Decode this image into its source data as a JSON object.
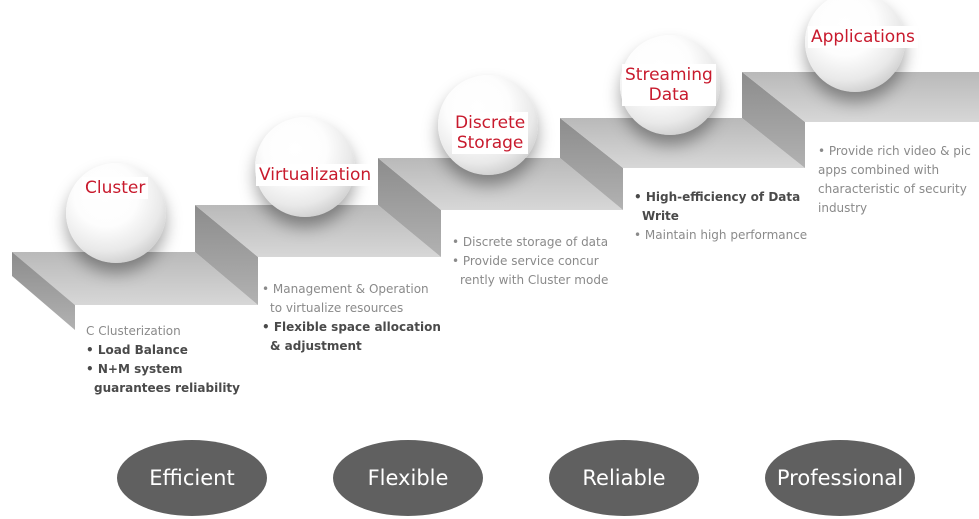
{
  "steps": [
    {
      "title": "Cluster",
      "points": [
        "C Clusterization",
        "Load Balance",
        "N+M system",
        "guarantees reliability"
      ]
    },
    {
      "title": "Virtualization",
      "points": [
        "Management & Operation",
        "to virtualize resources",
        "Flexible space allocation",
        "& adjustment"
      ]
    },
    {
      "title_line1": "Discrete",
      "title_line2": "Storage",
      "points": [
        "Discrete storage of data",
        "Provide service concur",
        "rently  with Cluster mode"
      ]
    },
    {
      "title_line1": "Streaming",
      "title_line2": "Data",
      "points": [
        "High-efficiency of Data",
        "Write",
        "Maintain high performance"
      ]
    },
    {
      "title": "Applications",
      "points": [
        "Provide rich video & pic",
        "apps combined with",
        "characteristic of security",
        "industry"
      ]
    }
  ],
  "bullet": "•",
  "pillars": [
    "Efficient",
    "Flexible",
    "Reliable",
    "Professional"
  ],
  "colors": {
    "title_red": "#c81a2d",
    "oval_fill": "#606060",
    "step_top": "#c6c6c6",
    "step_front": "#9c9c9c"
  }
}
